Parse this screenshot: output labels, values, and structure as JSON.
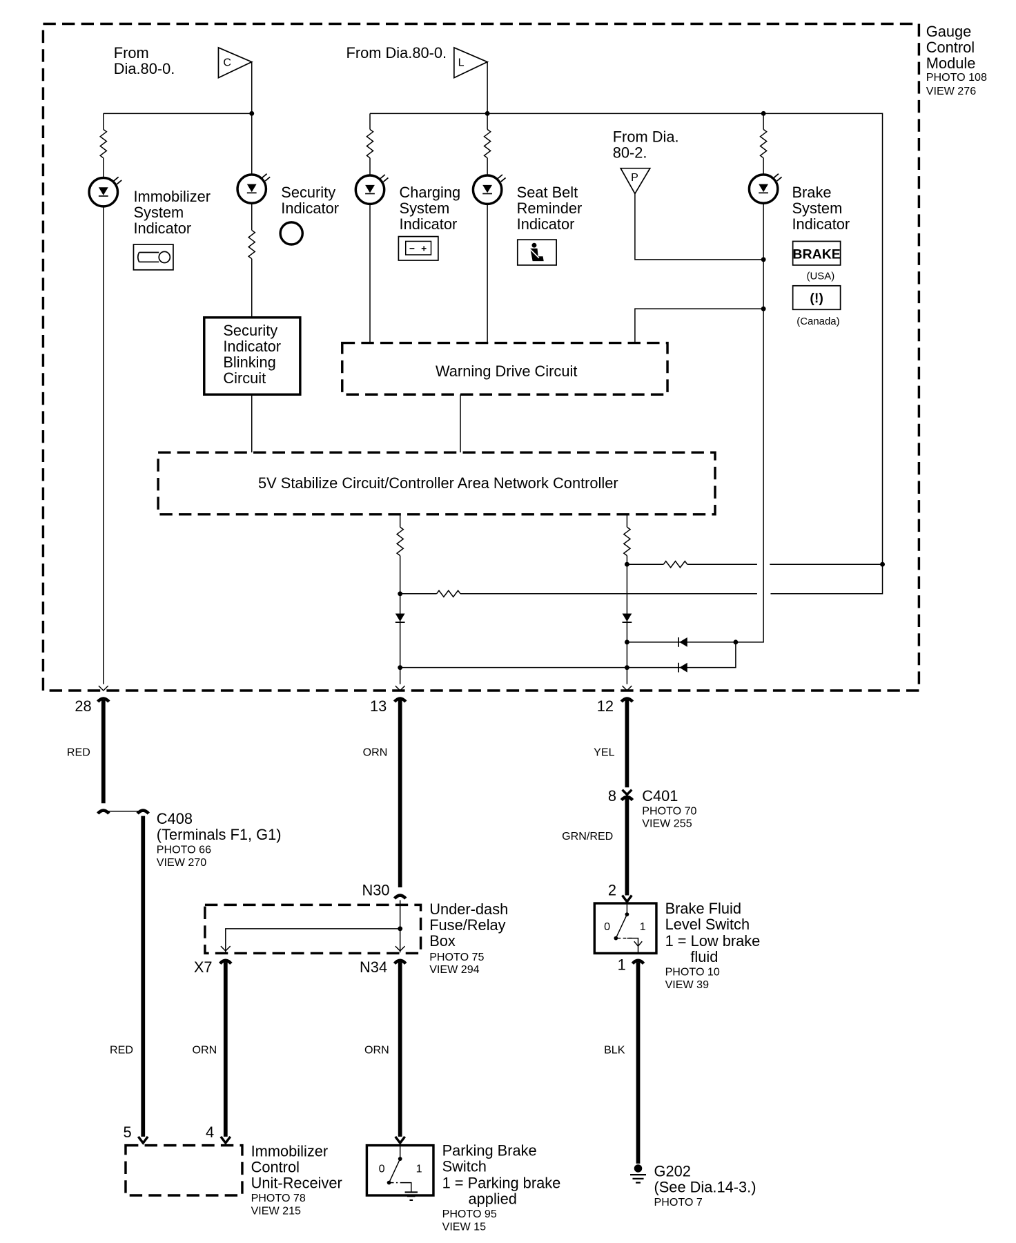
{
  "module": {
    "title_lines": [
      "Gauge",
      "Control",
      "Module"
    ],
    "photo": "PHOTO 108",
    "view": "VIEW 276"
  },
  "sources": {
    "c": {
      "lines": [
        "From",
        "Dia.80-0."
      ],
      "flag": "C"
    },
    "l": {
      "text": "From Dia.80-0.",
      "flag": "L"
    },
    "p": {
      "lines": [
        "From Dia.",
        "80-2."
      ],
      "flag": "P"
    }
  },
  "indicators": {
    "immobilizer": [
      "Immobilizer",
      "System",
      "Indicator"
    ],
    "security": [
      "Security",
      "Indicator"
    ],
    "charging": [
      "Charging",
      "System",
      "Indicator"
    ],
    "seatbelt": [
      "Seat Belt",
      "Reminder",
      "Indicator"
    ],
    "brake": [
      "Brake",
      "System",
      "Indicator"
    ],
    "brake_usa_icon": "BRAKE",
    "brake_usa": "(USA)",
    "brake_canada_icon": "(!)",
    "brake_canada": "(Canada)"
  },
  "blocks": {
    "blinking": [
      "Security",
      "Indicator",
      "Blinking",
      "Circuit"
    ],
    "warning": "Warning Drive Circuit",
    "stabilize": "5V Stabilize Circuit/Controller Area Network Controller"
  },
  "terminals": [
    {
      "pin": "28",
      "wire": "RED"
    },
    {
      "pin": "13",
      "wire": "ORN"
    },
    {
      "pin": "12",
      "wire": "YEL"
    }
  ],
  "c408": {
    "name": "C408",
    "terminals": "(Terminals F1, G1)",
    "photo": "PHOTO 66",
    "view": "VIEW 270"
  },
  "c401": {
    "pin": "8",
    "name": "C401",
    "photo": "PHOTO 70",
    "view": "VIEW 255",
    "wire_after": "GRN/RED"
  },
  "fuse_box": {
    "in_pin": "N30",
    "out_pin": "N34",
    "x_pin": "X7",
    "lines": [
      "Under-dash",
      "Fuse/Relay",
      "Box"
    ],
    "photo": "PHOTO 75",
    "view": "VIEW 294"
  },
  "lower_wires": {
    "red": "RED",
    "orn_x7": "ORN",
    "orn_n34": "ORN",
    "blk": "BLK"
  },
  "immobilizer_unit": {
    "pin5": "5",
    "pin4": "4",
    "lines": [
      "Immobilizer",
      "Control",
      "Unit-Receiver"
    ],
    "photo": "PHOTO 78",
    "view": "VIEW 215"
  },
  "parking_switch": {
    "lines": [
      "Parking Brake",
      "Switch",
      "1 = Parking brake",
      "applied"
    ],
    "pos0": "0",
    "pos1": "1",
    "photo": "PHOTO 95",
    "view": "VIEW 15"
  },
  "brake_fluid_switch": {
    "pin_top": "2",
    "pin_bottom": "1",
    "lines": [
      "Brake Fluid",
      "Level Switch",
      "1 = Low brake",
      "fluid"
    ],
    "pos0": "0",
    "pos1": "1",
    "photo": "PHOTO 10",
    "view": "VIEW 39"
  },
  "ground": {
    "name": "G202",
    "see": "(See Dia.14-3.)",
    "photo": "PHOTO 7"
  }
}
